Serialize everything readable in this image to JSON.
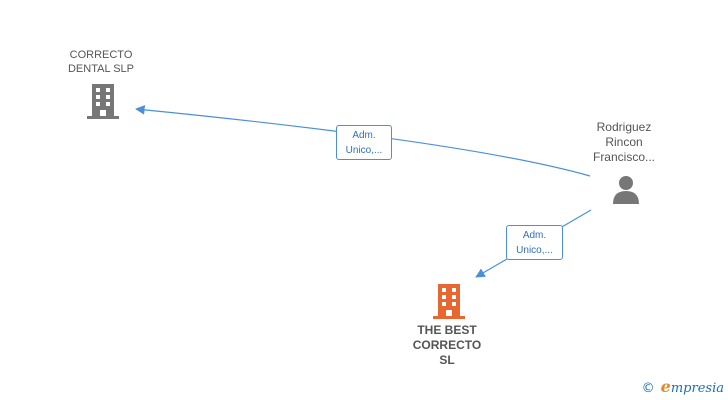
{
  "nodes": {
    "correcto_dental": {
      "name_line1": "CORRECTO",
      "name_line2": "DENTAL  SLP",
      "icon": "building-icon",
      "color": "#777777"
    },
    "the_best": {
      "name_line1": "THE BEST",
      "name_line2": "CORRECTO",
      "name_line3": "SL",
      "icon": "building-icon",
      "color": "#e8662f"
    },
    "person": {
      "name_line1": "Rodriguez",
      "name_line2": "Rincon",
      "name_line3": "Francisco...",
      "icon": "person-icon",
      "color": "#777777"
    }
  },
  "edges": [
    {
      "from": "person",
      "to": "correcto_dental",
      "label_line1": "Adm.",
      "label_line2": "Unico,..."
    },
    {
      "from": "person",
      "to": "the_best",
      "label_line1": "Adm.",
      "label_line2": "Unico,..."
    }
  ],
  "colors": {
    "edge": "#4a90d9"
  },
  "watermark": {
    "copyright": "©",
    "brand_first": "e",
    "brand_rest": "mpresia"
  }
}
